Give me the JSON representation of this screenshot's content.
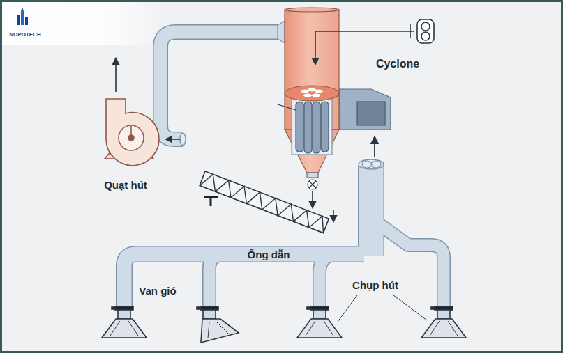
{
  "diagram": {
    "labels": [
      "NOPOTECH",
      "Cyclone",
      "Quạt hút",
      "Ống dẫn",
      "Van gió",
      "Chụp hút"
    ]
  }
}
